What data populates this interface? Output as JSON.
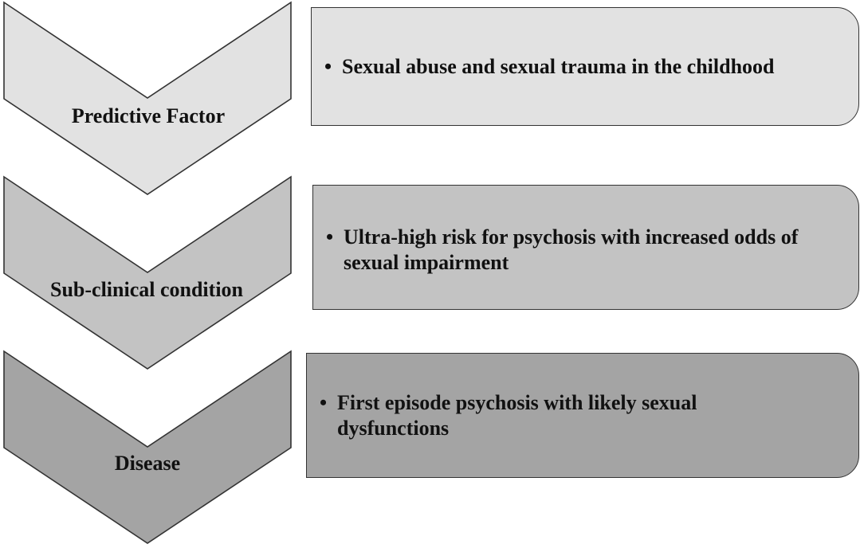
{
  "stages": [
    {
      "label": "Predictive Factor",
      "description": "Sexual abuse and sexual trauma in the childhood",
      "fill_color": "#e2e2e2"
    },
    {
      "label": "Sub-clinical condition",
      "description": "Ultra-high risk for psychosis with increased odds of sexual impairment",
      "fill_color": "#c3c3c3"
    },
    {
      "label": "Disease",
      "description": "First episode psychosis with likely sexual dysfunctions",
      "fill_color": "#a4a4a4"
    }
  ],
  "bullet_symbol": "•",
  "outline_color": "#333333"
}
